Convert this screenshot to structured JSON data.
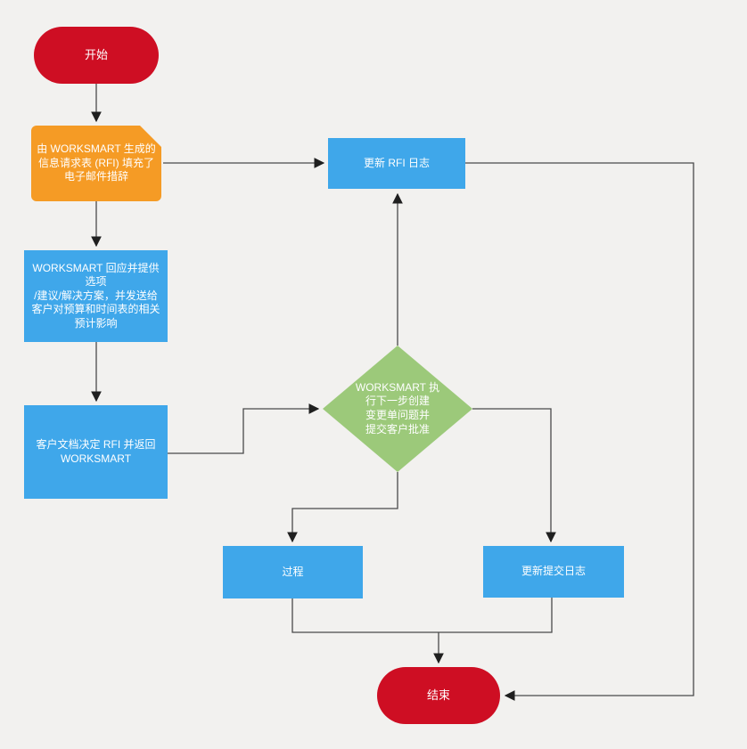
{
  "diagram": {
    "type": "flowchart",
    "nodes": {
      "start": {
        "label": "开始",
        "shape": "terminator"
      },
      "rfi_card": {
        "label": "由 WORKSMART 生成的\n信息请求表 (RFI) 填充了\n电子邮件措辞",
        "shape": "card"
      },
      "respond": {
        "label": "WORKSMART 回应并提供选项\n/建议/解决方案，并发送给\n客户对预算和时间表的相关\n预计影响",
        "shape": "process"
      },
      "client_doc": {
        "label": "客户文档决定 RFI 并返回\nWORKSMART",
        "shape": "process"
      },
      "update_rfi_log": {
        "label": "更新 RFI 日志",
        "shape": "process"
      },
      "decision": {
        "label": "WORKSMART 执\n行下一步创建\n变更单问题并\n提交客户批准",
        "shape": "decision"
      },
      "process": {
        "label": "过程",
        "shape": "process"
      },
      "update_submit_log": {
        "label": "更新提交日志",
        "shape": "process"
      },
      "end": {
        "label": "结束",
        "shape": "terminator"
      }
    },
    "edges": [
      "start -> rfi_card",
      "rfi_card -> update_rfi_log",
      "rfi_card -> respond",
      "respond -> client_doc",
      "client_doc -> decision",
      "decision -> update_rfi_log",
      "decision -> process",
      "decision -> update_submit_log",
      "process -> end",
      "update_submit_log -> end",
      "update_rfi_log -> end"
    ]
  },
  "colors": {
    "canvas_bg": "#f2f1ef",
    "red": "#ce0e23",
    "orange": "#f59b25",
    "blue": "#3fa7ea",
    "green": "#9cc97a",
    "line": "#4a4a4a",
    "arrow": "#1f1f1f",
    "node_text": "#ffffff"
  }
}
